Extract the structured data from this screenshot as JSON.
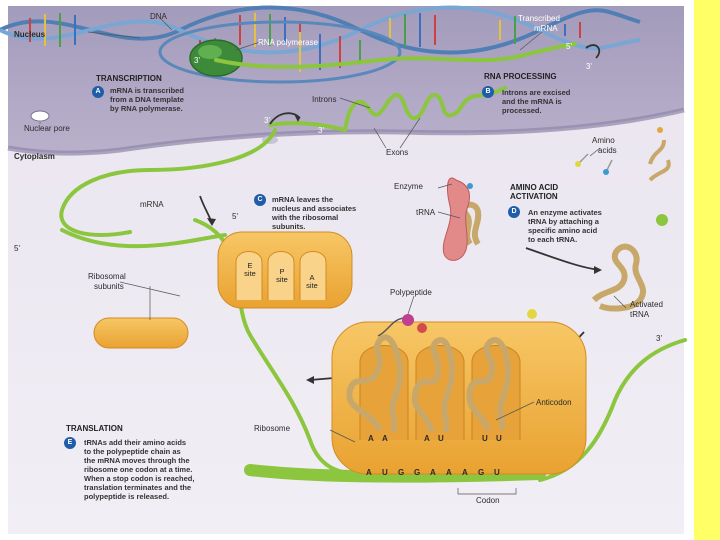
{
  "labels": {
    "dna": "DNA",
    "nucleus": "Nucleus",
    "transcribed_mrna": [
      "Transcribed",
      "mRNA"
    ],
    "rna_polymerase": "RNA polymerase",
    "five_prime": "5'",
    "three_prime": "3'",
    "introns": "Introns",
    "exons": "Exons",
    "nuclear_pore": "Nuclear pore",
    "cytoplasm": "Cytoplasm",
    "amino_acids": [
      "Amino",
      "acids"
    ],
    "enzyme": "Enzyme",
    "trna": "tRNA",
    "mrna": "mRNA",
    "ribosomal_subunits": [
      "Ribosomal",
      "subunits"
    ],
    "polypeptide": "Polypeptide",
    "activated_trna": [
      "Activated",
      "tRNA"
    ],
    "anticodon": "Anticodon",
    "ribosome": "Ribosome",
    "codon": "Codon"
  },
  "sites": {
    "e": [
      "E",
      "site"
    ],
    "p": [
      "P",
      "site"
    ],
    "a": [
      "A",
      "site"
    ]
  },
  "codon_letters": [
    "A",
    "U",
    "G",
    "G",
    "A",
    "A",
    "A",
    "G",
    "U"
  ],
  "anticodon_letters": [
    "A",
    "A",
    "A",
    "U",
    "U",
    "U"
  ],
  "steps": {
    "transcription": {
      "title": "TRANSCRIPTION",
      "letter": "A",
      "lines": [
        "mRNA is transcribed",
        "from a DNA template",
        "by RNA polymerase."
      ]
    },
    "processing": {
      "title": "RNA PROCESSING",
      "letter": "B",
      "lines": [
        "Introns are excised",
        "and the mRNA is",
        "processed."
      ]
    },
    "export": {
      "letter": "C",
      "lines": [
        "mRNA leaves the",
        "nucleus and associates",
        "with the ribosomal",
        "subunits."
      ]
    },
    "activation": {
      "title": [
        "AMINO ACID",
        "ACTIVATION"
      ],
      "letter": "D",
      "lines": [
        "An enzyme activates",
        "tRNA by attaching a",
        "specific amino acid",
        "to each tRNA."
      ]
    },
    "translation": {
      "title": "TRANSLATION",
      "letter": "E",
      "lines": [
        "tRNAs add their amino acids",
        "to the polypeptide chain as",
        "the mRNA moves through the",
        "ribosome one codon at a time.",
        "When a stop codon is reached,",
        "translation terminates and the",
        "polypeptide is released."
      ]
    }
  },
  "colors": {
    "nucleus": "#b7afc9",
    "mrna": "#8cc63f",
    "ribosome": "#f5b94a",
    "trna": "#c8a86a",
    "badge": "#1f5da8",
    "side_strip": "#ffff66"
  }
}
